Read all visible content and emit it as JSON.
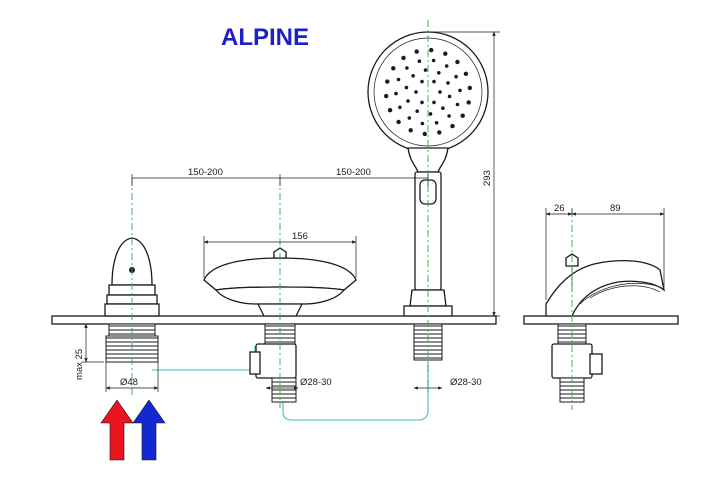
{
  "title": "ALPINE",
  "dimensions": {
    "spacing_left": "150-200",
    "spacing_right": "150-200",
    "spout_width": "156",
    "shower_height": "293",
    "max_25": "max 25",
    "dia_48": "Ø48",
    "dia_mid": "Ø28-30",
    "dia_right": "Ø28-30",
    "side_26": "26",
    "side_89": "89"
  },
  "arrows": {
    "hot_color": "#e8141e",
    "cold_color": "#1428d2"
  },
  "colors": {
    "title": "#1f1fc8",
    "axis": "#2fae3b",
    "hose": "#62c7c9"
  }
}
